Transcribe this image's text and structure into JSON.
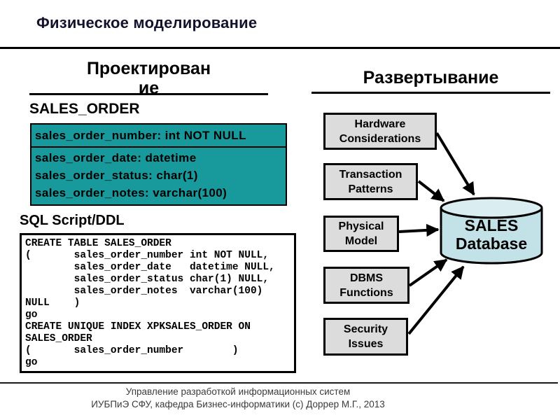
{
  "slide": {
    "title": "Физическое моделирование",
    "footer_line1": "Управление разработкой информационных систем",
    "footer_line2": "ИУБПиЭ СФУ, кафедра Бизнес-информатики (с) Доррер М.Г., 2013"
  },
  "design": {
    "heading_line1": "Проектирован",
    "heading_line2": "ие",
    "entity_name": "SALES_ORDER",
    "entity_key_attr": "sales_order_number: int NOT NULL",
    "entity_attrs": [
      "sales_order_date: datetime",
      "sales_order_status: char(1)",
      "sales_order_notes: varchar(100)"
    ],
    "sql_label": "SQL Script/DDL",
    "sql_code": "CREATE TABLE SALES_ORDER\n(       sales_order_number int NOT NULL,\n        sales_order_date   datetime NULL,\n        sales_order_status char(1) NULL,\n        sales_order_notes  varchar(100)\nNULL    )\ngo\nCREATE UNIQUE INDEX XPKSALES_ORDER ON\nSALES_ORDER\n(       sales_order_number        )\ngo"
  },
  "deployment": {
    "heading": "Развертывание",
    "factors": [
      "Hardware\nConsiderations",
      "Transaction\nPatterns",
      "Physical\nModel",
      "DBMS\nFunctions",
      "Security\nIssues"
    ],
    "database_line1": "SALES",
    "database_line2": "Database"
  },
  "colors": {
    "entity_fill": "#18999b",
    "factor_fill": "#dcdcdc",
    "cylinder_body": "#c2e2e7",
    "cylinder_top": "#daeef2"
  }
}
